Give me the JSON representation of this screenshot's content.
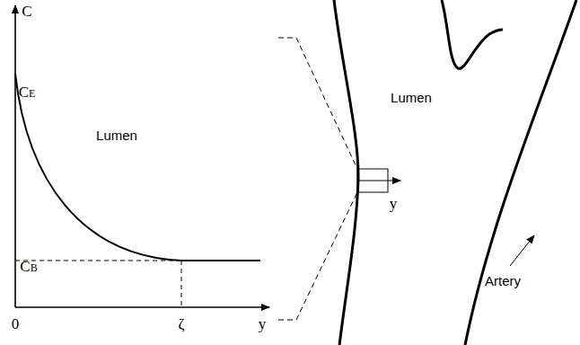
{
  "diagram": {
    "labels": [
      "C",
      "CE",
      "Lumen",
      "CB",
      "0",
      "ζ",
      "y",
      "Lumen",
      "y",
      "Artery"
    ]
  }
}
